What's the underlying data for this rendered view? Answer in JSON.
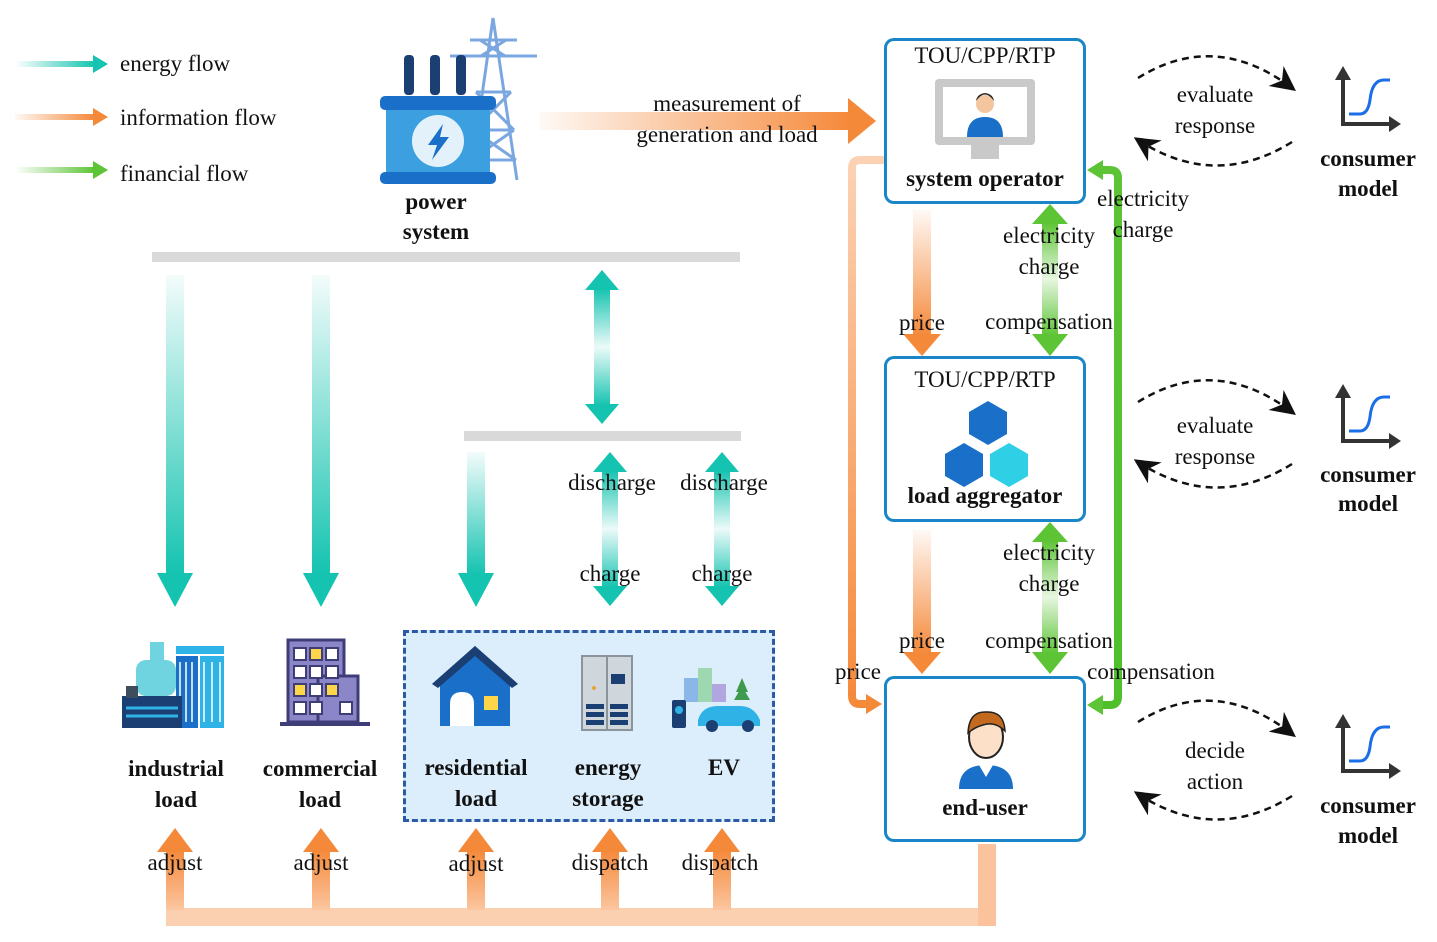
{
  "legend": {
    "energy_flow": "energy flow",
    "information_flow": "information flow",
    "financial_flow": "financial flow"
  },
  "power_system": {
    "line1": "power",
    "line2": "system"
  },
  "measurement": {
    "line1": "measurement of",
    "line2": "generation and load"
  },
  "system_operator": {
    "pricing": "TOU/CPP/RTP",
    "name": "system operator"
  },
  "load_aggregator": {
    "pricing": "TOU/CPP/RTP",
    "name": "load aggregator"
  },
  "end_user": {
    "name": "end-user"
  },
  "loads": {
    "industrial": {
      "line1": "industrial",
      "line2": "load"
    },
    "commercial": {
      "line1": "commercial",
      "line2": "load"
    },
    "residential": {
      "line1": "residential",
      "line2": "load"
    },
    "storage": {
      "line1": "energy",
      "line2": "storage"
    },
    "ev": {
      "line1": "EV"
    }
  },
  "flow_labels": {
    "discharge": "discharge",
    "charge": "charge",
    "adjust": "adjust",
    "dispatch": "dispatch",
    "price": "price",
    "compensation": "compensation",
    "electricity": "electricity",
    "electricity_charge_line1": "electricity",
    "electricity_charge_line2": "charge"
  },
  "consumer_models": [
    {
      "loop_line1": "evaluate",
      "loop_line2": "response",
      "model_line1": "consumer",
      "model_line2": "model"
    },
    {
      "loop_line1": "evaluate",
      "loop_line2": "response",
      "model_line1": "consumer",
      "model_line2": "model"
    },
    {
      "loop_line1": "decide",
      "loop_line2": "action",
      "model_line1": "consumer",
      "model_line2": "model"
    }
  ],
  "colors": {
    "energy": "#14c3b0",
    "information": "#f5893a",
    "financial": "#5cc435",
    "box_border": "#1a86c7",
    "bus": "#d9d9d9"
  }
}
